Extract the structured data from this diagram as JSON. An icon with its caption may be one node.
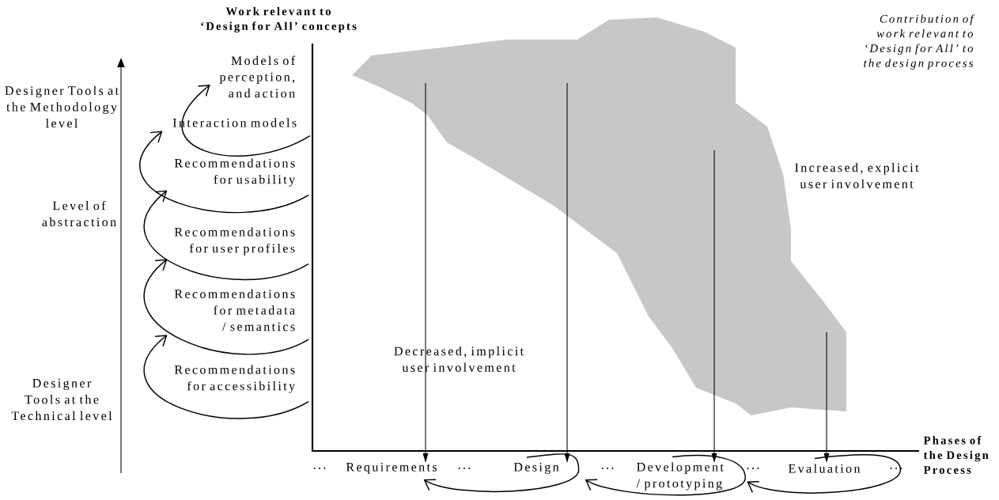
{
  "diagram": {
    "nodes": [
      {
        "text": [
          "Models of perception, and action"
        ]
      },
      {
        "text": [
          "Interaction models"
        ]
      },
      {
        "text": [
          "Recommendations for usability"
        ]
      },
      {
        "text": [
          "Recommendations for user profiles"
        ]
      },
      {
        "text": [
          "Recommendations for metadata / semantics"
        ]
      },
      {
        "text": [
          "Recommendations for accessibility"
        ]
      },
      {
        "text": [
          "Requirements"
        ]
      },
      {
        "text": [
          "Design"
        ]
      },
      {
        "text": [
          "Development / prototyping"
        ]
      },
      {
        "text": [
          "Evaluation"
        ]
      }
    ],
    "edges": [
      {
        "from": 5,
        "to": 4,
        "arrow": "to"
      },
      {
        "from": 4,
        "to": 3,
        "arrow": "to"
      },
      {
        "from": 3,
        "to": 2,
        "arrow": "to"
      },
      {
        "from": 2,
        "to": 1,
        "arrow": "to"
      },
      {
        "from": 1,
        "to": 0,
        "arrow": "to"
      },
      {
        "from": 7,
        "to": 6,
        "arrow": "to"
      },
      {
        "from": 8,
        "to": 7,
        "arrow": "to"
      },
      {
        "from": 9,
        "to": 8,
        "arrow": "to"
      }
    ],
    "labels": [
      "Work relevant to ‘Design for All’ concepts",
      "Contribution of work relevant to ‘Design for All’ to the design process",
      "Designer Tools at the Methodology level",
      "Increased, explicit user involvement",
      "Level of abstraction",
      "Decreased, implicit user involvement",
      "Designer Tools at the Technical level",
      "...",
      "...",
      "...",
      "...",
      "...",
      "Phases of the Design Process"
    ]
  }
}
